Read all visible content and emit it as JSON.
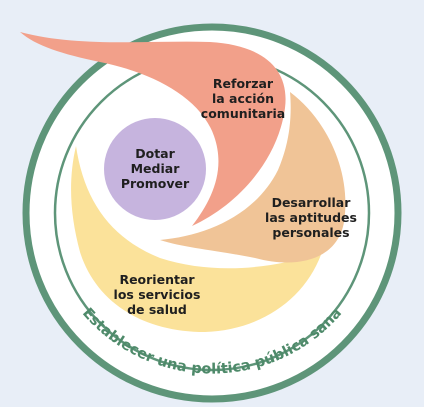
{
  "colors": {
    "background": "#e8eef7",
    "ring": "#5e9579",
    "inner_disc": "#ffffff",
    "reforzar": "#f2a08a",
    "desarrollar": "#f0c497",
    "reorientar": "#fbe29a",
    "core": "#c6b4de",
    "ring_text": "#4e8a6a"
  },
  "ring_text": "Establecer una política pública sana",
  "core": {
    "lines": [
      "Dotar",
      "Mediar",
      "Promover"
    ]
  },
  "sections": {
    "reforzar": {
      "lines": [
        "Reforzar",
        "la acción",
        "comunitaria"
      ]
    },
    "desarrollar": {
      "lines": [
        "Desarrollar",
        "las aptitudes",
        "personales"
      ]
    },
    "reorientar": {
      "lines": [
        "Reorientar",
        "los servicios",
        "de salud"
      ]
    }
  }
}
